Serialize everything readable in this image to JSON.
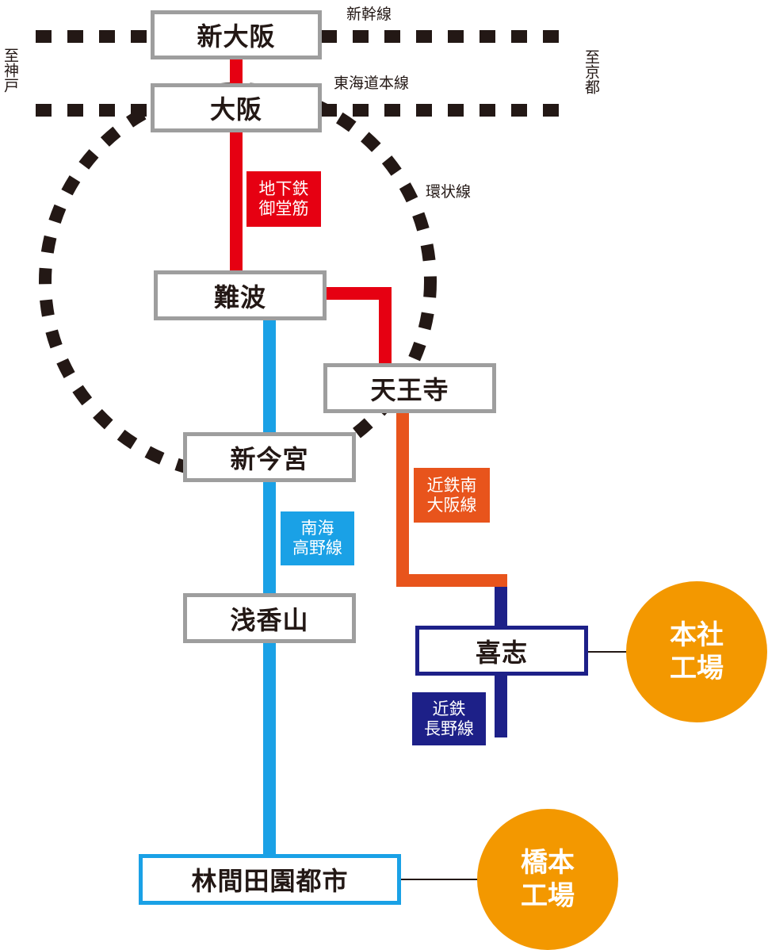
{
  "colors": {
    "jr": "#231815",
    "midosuji": "#e60012",
    "nankai_koya": "#1aa1e6",
    "kintetsu_minami_osaka": "#e8541c",
    "kintetsu_nagano": "#1d2088",
    "station_border": "#9e9e9e",
    "factory": "#f39800"
  },
  "lines": {
    "shinkansen": "新幹線",
    "tokaido": "東海道本線",
    "loop": "環状線",
    "midosuji": "地下鉄\n御堂筋",
    "nankai_koya": "南海\n高野線",
    "kintetsu_minami_osaka": "近鉄南\n大阪線",
    "kintetsu_nagano": "近鉄\n長野線"
  },
  "directions": {
    "kobe": "至神戸",
    "kyoto": "至京都"
  },
  "stations": {
    "shin_osaka": "新大阪",
    "osaka": "大阪",
    "namba": "難波",
    "tennoji": "天王寺",
    "shin_imamiya": "新今宮",
    "asakayama": "浅香山",
    "kishi": "喜志",
    "rinkan": "林間田園都市"
  },
  "factories": {
    "head_office": "本社\n工場",
    "hashimoto": "橋本\n工場"
  }
}
